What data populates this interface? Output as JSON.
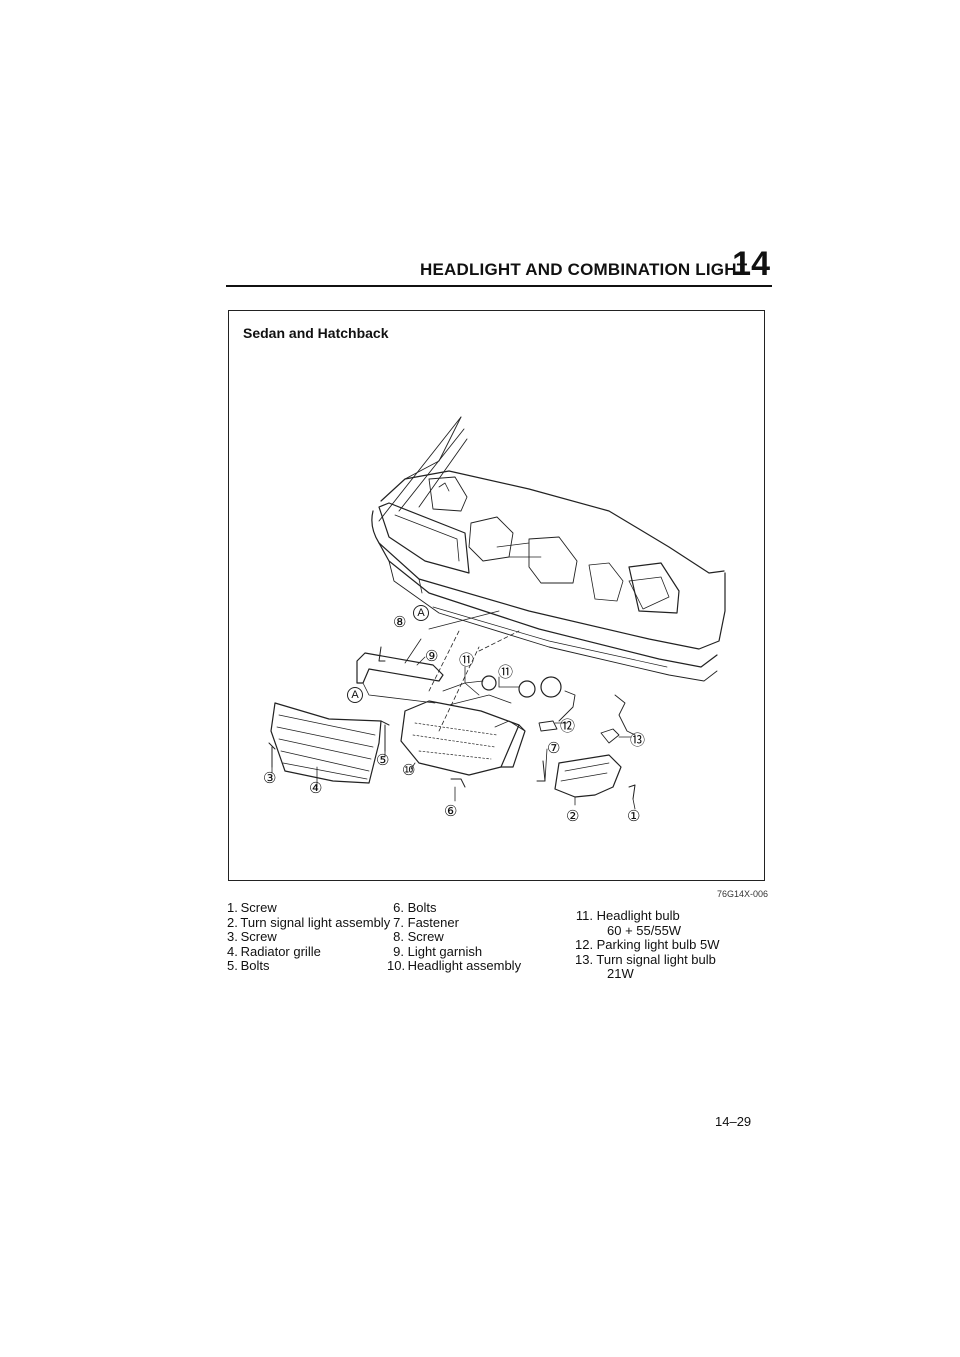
{
  "header": {
    "title": "HEADLIGHT AND COMBINATION LIGHT",
    "section_number": "14"
  },
  "figure": {
    "title": "Sedan and Hatchback",
    "code": "76G14X-006",
    "callouts": [
      "①",
      "②",
      "③",
      "④",
      "⑤",
      "⑥",
      "⑦",
      "⑧",
      "⑨",
      "⑩",
      "⑪",
      "⑪",
      "⑫",
      "⑬",
      "A",
      "A"
    ]
  },
  "legend": {
    "col1": [
      {
        "num": "1.",
        "text": "Screw"
      },
      {
        "num": "2.",
        "text": "Turn signal light assembly"
      },
      {
        "num": "3.",
        "text": "Screw"
      },
      {
        "num": "4.",
        "text": "Radiator grille"
      },
      {
        "num": "5.",
        "text": "Bolts"
      }
    ],
    "col2": [
      {
        "num": "6.",
        "text": "Bolts"
      },
      {
        "num": "7.",
        "text": "Fastener"
      },
      {
        "num": "8.",
        "text": "Screw"
      },
      {
        "num": "9.",
        "text": "Light garnish"
      },
      {
        "num": "10.",
        "text": "Headlight assembly"
      }
    ],
    "col3": [
      {
        "num": "11.",
        "text": "Headlight bulb",
        "cont": "60 + 55/55W"
      },
      {
        "num": "12.",
        "text": "Parking light bulb 5W"
      },
      {
        "num": "13.",
        "text": "Turn signal light bulb",
        "cont": "21W"
      }
    ]
  },
  "page_number": "14–29"
}
